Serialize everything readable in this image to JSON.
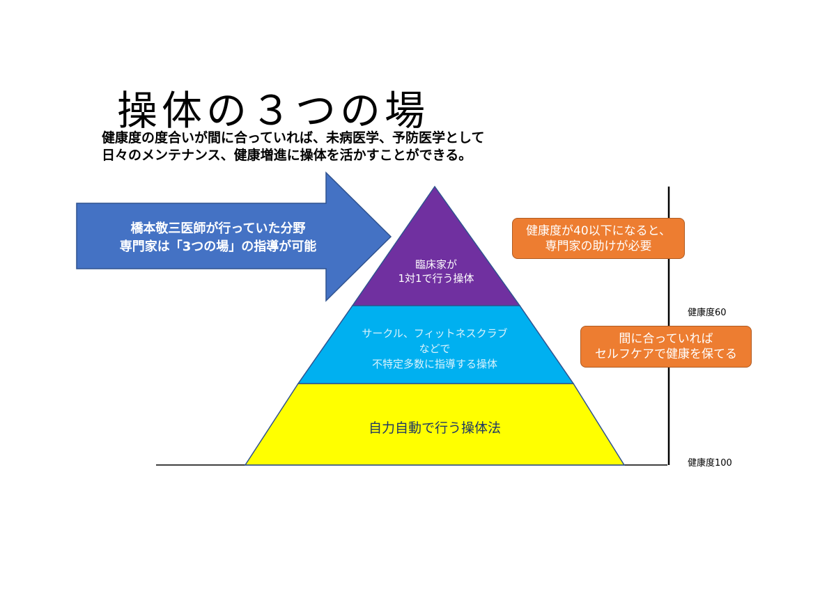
{
  "title": "操体の３つの場",
  "subtitle": {
    "line1": "健康度の度合いが間に合っていれば、未病医学、予防医学として",
    "line2": "日々のメンテナンス、健康増進に操体を活かすことができる。"
  },
  "arrow": {
    "line1": "橋本敬三医師が行っていた分野",
    "line2": "専門家は「3つの場」の指導が可能",
    "color": "#4472c4"
  },
  "pyramid": {
    "top": {
      "line1": "臨床家が",
      "line2": "1対1で行う操体",
      "color": "#7030a0"
    },
    "middle": {
      "line1": "サークル、フィットネスクラブ",
      "line2": "などで",
      "line3": "不特定多数に指導する操体",
      "color": "#00b0f0"
    },
    "bottom": {
      "line1": "自力自動で行う操体法",
      "color": "#ffff00"
    }
  },
  "callouts": {
    "top": {
      "line1": "健康度が40以下になると、",
      "line2": "専門家の助けが必要"
    },
    "middle": {
      "line1": "間に合っていれば",
      "line2": "セルフケアで健康を保てる"
    },
    "color": "#ed7d31"
  },
  "scale": {
    "label_60": "健康度60",
    "label_100": "健康度100"
  }
}
